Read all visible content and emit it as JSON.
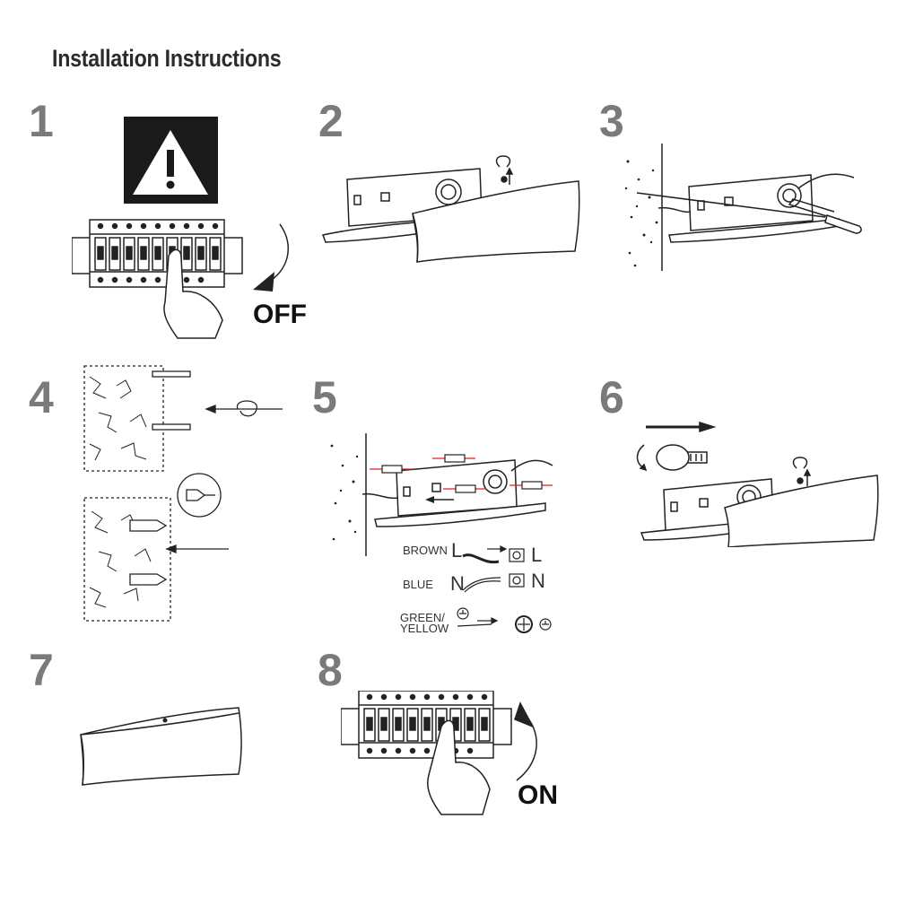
{
  "title": "Installation Instructions",
  "steps": [
    {
      "number": "1",
      "label": "OFF"
    },
    {
      "number": "2"
    },
    {
      "number": "3"
    },
    {
      "number": "4"
    },
    {
      "number": "5"
    },
    {
      "number": "6"
    },
    {
      "number": "7"
    },
    {
      "number": "8",
      "label": "ON"
    }
  ],
  "wiring": [
    {
      "color": "BROWN",
      "wire": "L",
      "terminal": "L"
    },
    {
      "color": "BLUE",
      "wire": "N",
      "terminal": "N"
    },
    {
      "color_line1": "GREEN/",
      "color_line2": "YELLOW"
    }
  ],
  "colors": {
    "step_number": "#7a7a7a",
    "warning_bg": "#1a1a1a",
    "drill_mark": "#e02020"
  },
  "icons": [
    "warning-icon",
    "breaker-panel",
    "hand-icon",
    "rotate-icon",
    "arrow-icon",
    "earth-icon",
    "bulb-icon"
  ]
}
